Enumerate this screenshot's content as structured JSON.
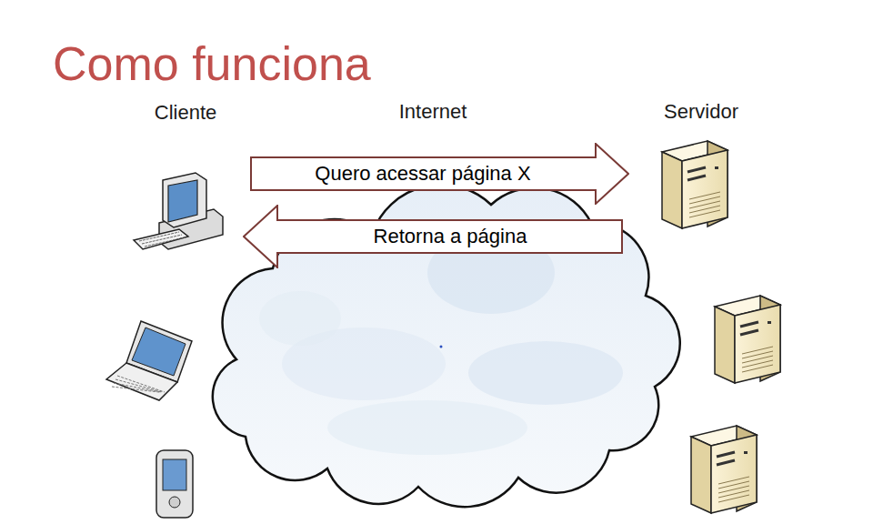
{
  "diagram": {
    "title": "Como funciona",
    "nodes": [
      {
        "text": [
          "Quero acessar página X"
        ]
      },
      {
        "text": [
          "Retorna a página"
        ]
      }
    ],
    "labels": [
      "Cliente",
      "Internet",
      "Servidor"
    ]
  }
}
